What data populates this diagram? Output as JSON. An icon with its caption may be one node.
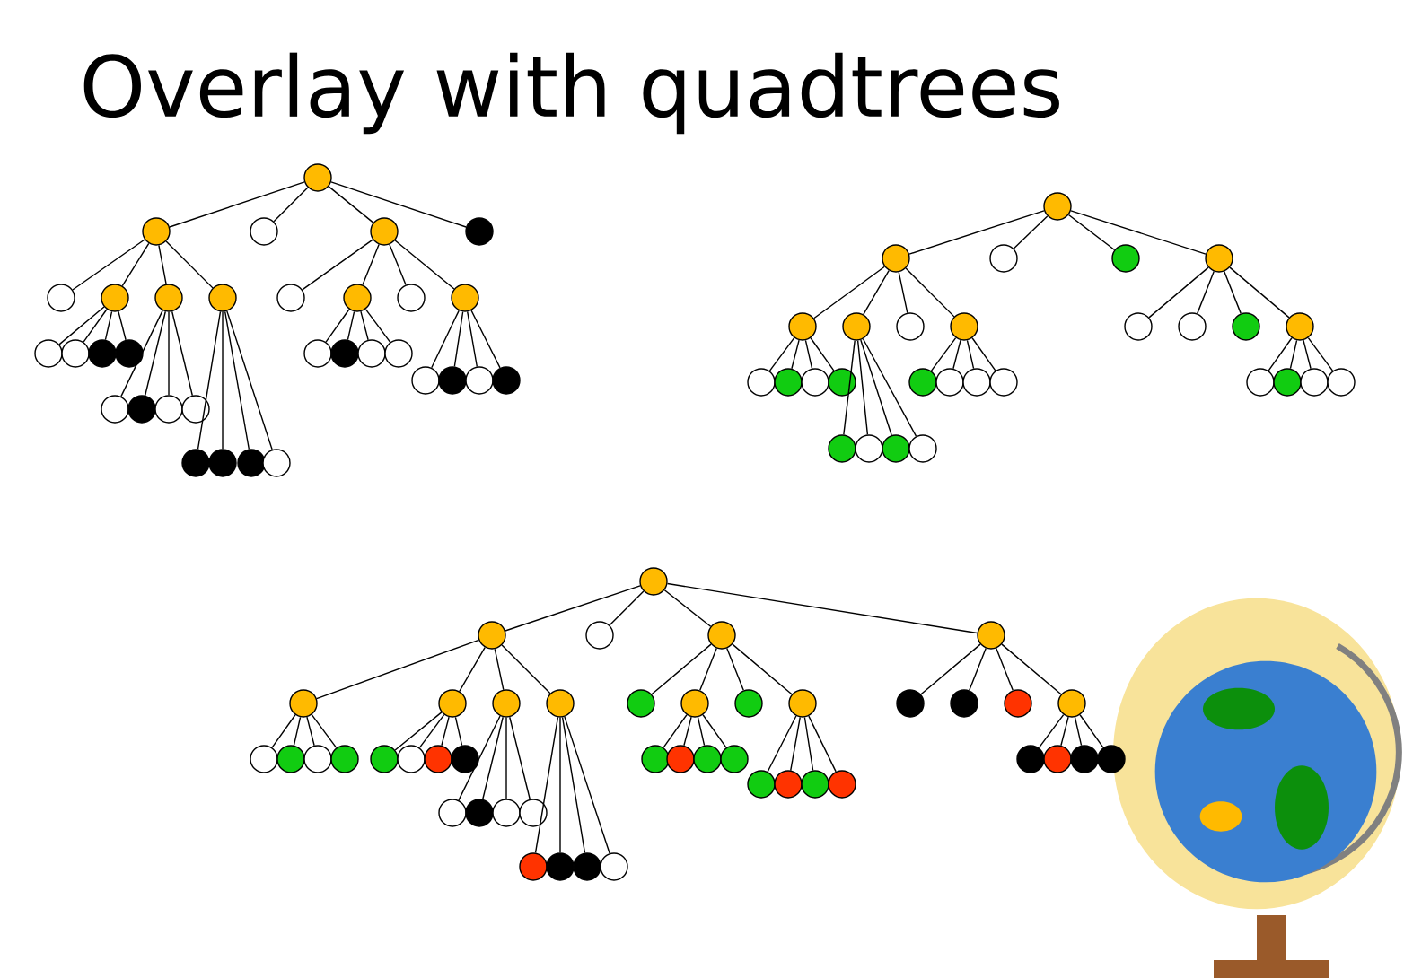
{
  "diagram": {
    "title": "Overlay with quadtrees",
    "nodes": [
      {
        "text": [],
        "shape": "circle"
      },
      {
        "text": [],
        "shape": "circle"
      },
      {
        "text": [],
        "shape": "circle"
      },
      {
        "text": [],
        "shape": "circle"
      },
      {
        "text": [],
        "shape": "circle"
      },
      {
        "text": [],
        "shape": "circle"
      },
      {
        "text": [],
        "shape": "circle"
      },
      {
        "text": [],
        "shape": "circle"
      },
      {
        "text": [],
        "shape": "circle"
      },
      {
        "text": [],
        "shape": "circle"
      },
      {
        "text": [],
        "shape": "circle"
      },
      {
        "text": [],
        "shape": "circle"
      },
      {
        "text": [],
        "shape": "circle"
      },
      {
        "text": [],
        "shape": "circle"
      },
      {
        "text": [],
        "shape": "circle"
      },
      {
        "text": [],
        "shape": "circle"
      },
      {
        "text": [],
        "shape": "circle"
      },
      {
        "text": [],
        "shape": "circle"
      },
      {
        "text": [],
        "shape": "circle"
      },
      {
        "text": [],
        "shape": "circle"
      },
      {
        "text": [],
        "shape": "circle"
      },
      {
        "text": [],
        "shape": "circle"
      },
      {
        "text": [],
        "shape": "circle"
      },
      {
        "text": [],
        "shape": "circle"
      },
      {
        "text": [],
        "shape": "circle"
      },
      {
        "text": [],
        "shape": "circle"
      },
      {
        "text": [],
        "shape": "circle"
      },
      {
        "text": [],
        "shape": "circle"
      },
      {
        "text": [],
        "shape": "circle"
      },
      {
        "text": [],
        "shape": "circle"
      },
      {
        "text": [],
        "shape": "circle"
      },
      {
        "text": [],
        "shape": "circle"
      },
      {
        "text": [],
        "shape": "circle"
      },
      {
        "text": [],
        "shape": "circle"
      },
      {
        "text": [],
        "shape": "circle"
      },
      {
        "text": [],
        "shape": "circle"
      },
      {
        "text": [],
        "shape": "circle"
      },
      {
        "text": [],
        "shape": "circle"
      },
      {
        "text": [],
        "shape": "circle"
      },
      {
        "text": [],
        "shape": "circle"
      },
      {
        "text": [],
        "shape": "circle"
      },
      {
        "text": [],
        "shape": "circle"
      },
      {
        "text": [],
        "shape": "circle"
      },
      {
        "text": [],
        "shape": "circle"
      },
      {
        "text": [],
        "shape": "circle"
      },
      {
        "text": [],
        "shape": "circle"
      },
      {
        "text": [],
        "shape": "circle"
      },
      {
        "text": [],
        "shape": "circle"
      },
      {
        "text": [],
        "shape": "circle"
      },
      {
        "text": [],
        "shape": "circle"
      },
      {
        "text": [],
        "shape": "circle"
      },
      {
        "text": [],
        "shape": "circle"
      },
      {
        "text": [],
        "shape": "circle"
      },
      {
        "text": [],
        "shape": "circle"
      },
      {
        "text": [],
        "shape": "circle"
      },
      {
        "text": [],
        "shape": "circle"
      },
      {
        "text": [],
        "shape": "circle"
      },
      {
        "text": [],
        "shape": "circle"
      },
      {
        "text": [],
        "shape": "circle"
      },
      {
        "text": [],
        "shape": "circle"
      },
      {
        "text": [],
        "shape": "circle"
      },
      {
        "text": [],
        "shape": "circle"
      },
      {
        "text": [],
        "shape": "circle"
      },
      {
        "text": [],
        "shape": "circle"
      },
      {
        "text": [],
        "shape": "circle"
      },
      {
        "text": [],
        "shape": "circle"
      },
      {
        "text": [],
        "shape": "circle"
      },
      {
        "text": [],
        "shape": "circle"
      },
      {
        "text": [],
        "shape": "circle"
      },
      {
        "text": [],
        "shape": "circle"
      },
      {
        "text": [],
        "shape": "circle"
      },
      {
        "text": [],
        "shape": "circle"
      },
      {
        "text": [],
        "shape": "circle"
      },
      {
        "text": [],
        "shape": "circle"
      },
      {
        "text": [],
        "shape": "circle"
      },
      {
        "text": [],
        "shape": "circle"
      },
      {
        "text": [],
        "shape": "circle"
      },
      {
        "text": [],
        "shape": "circle"
      },
      {
        "text": [],
        "shape": "circle"
      },
      {
        "text": [],
        "shape": "circle"
      },
      {
        "text": [],
        "shape": "circle"
      },
      {
        "text": [],
        "shape": "circle"
      },
      {
        "text": [],
        "shape": "circle"
      },
      {
        "text": [],
        "shape": "circle"
      },
      {
        "text": [],
        "shape": "circle"
      },
      {
        "text": [],
        "shape": "circle"
      },
      {
        "text": [],
        "shape": "circle"
      },
      {
        "text": [],
        "shape": "circle"
      },
      {
        "text": [],
        "shape": "circle"
      },
      {
        "text": [],
        "shape": "circle"
      },
      {
        "text": [],
        "shape": "circle"
      },
      {
        "text": [],
        "shape": "circle"
      },
      {
        "text": [],
        "shape": "circle"
      },
      {
        "text": [],
        "shape": "circle"
      },
      {
        "text": [],
        "shape": "circle"
      },
      {
        "text": [],
        "shape": "circle"
      },
      {
        "text": [],
        "shape": "circle"
      },
      {
        "text": [],
        "shape": "circle"
      },
      {
        "text": [],
        "shape": "circle"
      },
      {
        "text": [],
        "shape": "circle"
      },
      {
        "text": [],
        "shape": "circle"
      },
      {
        "text": [],
        "shape": "circle"
      },
      {
        "text": [],
        "shape": "circle"
      },
      {
        "text": [],
        "shape": "circle"
      },
      {
        "text": [],
        "shape": "circle"
      },
      {
        "text": [],
        "shape": "circle"
      },
      {
        "text": [],
        "shape": "circle"
      }
    ],
    "edges": [
      {
        "from": 0,
        "to": 1,
        "arrow": "none"
      },
      {
        "from": 0,
        "to": 2,
        "arrow": "none"
      },
      {
        "from": 0,
        "to": 3,
        "arrow": "none"
      },
      {
        "from": 0,
        "to": 4,
        "arrow": "none"
      },
      {
        "from": 1,
        "to": 5,
        "arrow": "none"
      },
      {
        "from": 1,
        "to": 6,
        "arrow": "none"
      },
      {
        "from": 1,
        "to": 7,
        "arrow": "none"
      },
      {
        "from": 1,
        "to": 8,
        "arrow": "none"
      },
      {
        "from": 3,
        "to": 9,
        "arrow": "none"
      },
      {
        "from": 3,
        "to": 10,
        "arrow": "none"
      },
      {
        "from": 3,
        "to": 11,
        "arrow": "none"
      },
      {
        "from": 3,
        "to": 12,
        "arrow": "none"
      },
      {
        "from": 6,
        "to": 13,
        "arrow": "none"
      },
      {
        "from": 6,
        "to": 14,
        "arrow": "none"
      },
      {
        "from": 6,
        "to": 15,
        "arrow": "none"
      },
      {
        "from": 6,
        "to": 16,
        "arrow": "none"
      },
      {
        "from": 7,
        "to": 17,
        "arrow": "none"
      },
      {
        "from": 7,
        "to": 18,
        "arrow": "none"
      },
      {
        "from": 7,
        "to": 19,
        "arrow": "none"
      },
      {
        "from": 7,
        "to": 20,
        "arrow": "none"
      },
      {
        "from": 8,
        "to": 21,
        "arrow": "none"
      },
      {
        "from": 8,
        "to": 22,
        "arrow": "none"
      },
      {
        "from": 8,
        "to": 23,
        "arrow": "none"
      },
      {
        "from": 8,
        "to": 24,
        "arrow": "none"
      },
      {
        "from": 10,
        "to": 25,
        "arrow": "none"
      },
      {
        "from": 10,
        "to": 26,
        "arrow": "none"
      },
      {
        "from": 10,
        "to": 27,
        "arrow": "none"
      },
      {
        "from": 10,
        "to": 28,
        "arrow": "none"
      },
      {
        "from": 12,
        "to": 29,
        "arrow": "none"
      },
      {
        "from": 12,
        "to": 30,
        "arrow": "none"
      },
      {
        "from": 12,
        "to": 31,
        "arrow": "none"
      },
      {
        "from": 12,
        "to": 32,
        "arrow": "none"
      },
      {
        "from": 33,
        "to": 34,
        "arrow": "none"
      },
      {
        "from": 33,
        "to": 35,
        "arrow": "none"
      },
      {
        "from": 33,
        "to": 36,
        "arrow": "none"
      },
      {
        "from": 33,
        "to": 37,
        "arrow": "none"
      },
      {
        "from": 34,
        "to": 38,
        "arrow": "none"
      },
      {
        "from": 34,
        "to": 39,
        "arrow": "none"
      },
      {
        "from": 34,
        "to": 40,
        "arrow": "none"
      },
      {
        "from": 34,
        "to": 41,
        "arrow": "none"
      },
      {
        "from": 37,
        "to": 42,
        "arrow": "none"
      },
      {
        "from": 37,
        "to": 43,
        "arrow": "none"
      },
      {
        "from": 37,
        "to": 44,
        "arrow": "none"
      },
      {
        "from": 37,
        "to": 45,
        "arrow": "none"
      },
      {
        "from": 38,
        "to": 46,
        "arrow": "none"
      },
      {
        "from": 38,
        "to": 47,
        "arrow": "none"
      },
      {
        "from": 38,
        "to": 48,
        "arrow": "none"
      },
      {
        "from": 38,
        "to": 49,
        "arrow": "none"
      },
      {
        "from": 39,
        "to": 50,
        "arrow": "none"
      },
      {
        "from": 39,
        "to": 51,
        "arrow": "none"
      },
      {
        "from": 39,
        "to": 52,
        "arrow": "none"
      },
      {
        "from": 39,
        "to": 53,
        "arrow": "none"
      },
      {
        "from": 41,
        "to": 54,
        "arrow": "none"
      },
      {
        "from": 41,
        "to": 55,
        "arrow": "none"
      },
      {
        "from": 41,
        "to": 56,
        "arrow": "none"
      },
      {
        "from": 41,
        "to": 57,
        "arrow": "none"
      },
      {
        "from": 45,
        "to": 58,
        "arrow": "none"
      },
      {
        "from": 45,
        "to": 59,
        "arrow": "none"
      },
      {
        "from": 45,
        "to": 60,
        "arrow": "none"
      },
      {
        "from": 45,
        "to": 61,
        "arrow": "none"
      },
      {
        "from": 62,
        "to": 63,
        "arrow": "none"
      },
      {
        "from": 62,
        "to": 64,
        "arrow": "none"
      },
      {
        "from": 62,
        "to": 65,
        "arrow": "none"
      },
      {
        "from": 62,
        "to": 66,
        "arrow": "none"
      },
      {
        "from": 63,
        "to": 67,
        "arrow": "none"
      },
      {
        "from": 63,
        "to": 68,
        "arrow": "none"
      },
      {
        "from": 63,
        "to": 69,
        "arrow": "none"
      },
      {
        "from": 63,
        "to": 70,
        "arrow": "none"
      },
      {
        "from": 65,
        "to": 71,
        "arrow": "none"
      },
      {
        "from": 65,
        "to": 72,
        "arrow": "none"
      },
      {
        "from": 65,
        "to": 73,
        "arrow": "none"
      },
      {
        "from": 65,
        "to": 74,
        "arrow": "none"
      },
      {
        "from": 66,
        "to": 75,
        "arrow": "none"
      },
      {
        "from": 66,
        "to": 76,
        "arrow": "none"
      },
      {
        "from": 66,
        "to": 77,
        "arrow": "none"
      },
      {
        "from": 66,
        "to": 78,
        "arrow": "none"
      },
      {
        "from": 67,
        "to": 79,
        "arrow": "none"
      },
      {
        "from": 67,
        "to": 80,
        "arrow": "none"
      },
      {
        "from": 67,
        "to": 81,
        "arrow": "none"
      },
      {
        "from": 67,
        "to": 82,
        "arrow": "none"
      },
      {
        "from": 68,
        "to": 83,
        "arrow": "none"
      },
      {
        "from": 68,
        "to": 84,
        "arrow": "none"
      },
      {
        "from": 68,
        "to": 85,
        "arrow": "none"
      },
      {
        "from": 68,
        "to": 86,
        "arrow": "none"
      },
      {
        "from": 69,
        "to": 87,
        "arrow": "none"
      },
      {
        "from": 69,
        "to": 88,
        "arrow": "none"
      },
      {
        "from": 69,
        "to": 89,
        "arrow": "none"
      },
      {
        "from": 69,
        "to": 90,
        "arrow": "none"
      },
      {
        "from": 70,
        "to": 91,
        "arrow": "none"
      },
      {
        "from": 70,
        "to": 92,
        "arrow": "none"
      },
      {
        "from": 70,
        "to": 93,
        "arrow": "none"
      },
      {
        "from": 70,
        "to": 94,
        "arrow": "none"
      },
      {
        "from": 72,
        "to": 95,
        "arrow": "none"
      },
      {
        "from": 72,
        "to": 96,
        "arrow": "none"
      },
      {
        "from": 72,
        "to": 97,
        "arrow": "none"
      },
      {
        "from": 72,
        "to": 98,
        "arrow": "none"
      },
      {
        "from": 74,
        "to": 99,
        "arrow": "none"
      },
      {
        "from": 74,
        "to": 100,
        "arrow": "none"
      },
      {
        "from": 74,
        "to": 101,
        "arrow": "none"
      },
      {
        "from": 74,
        "to": 102,
        "arrow": "none"
      },
      {
        "from": 78,
        "to": 103,
        "arrow": "none"
      },
      {
        "from": 78,
        "to": 104,
        "arrow": "none"
      },
      {
        "from": 78,
        "to": 105,
        "arrow": "none"
      },
      {
        "from": 78,
        "to": 106,
        "arrow": "none"
      }
    ]
  }
}
